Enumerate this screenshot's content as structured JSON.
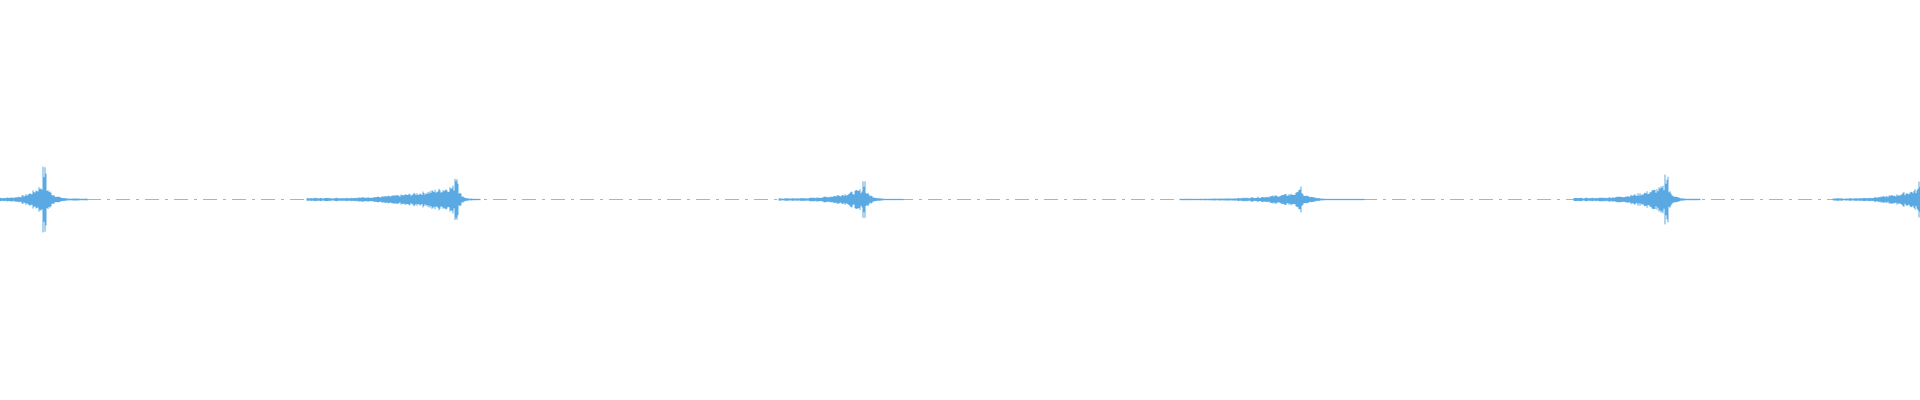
{
  "waveform": {
    "color": "#5aa9e2",
    "peak_amplitude": 0.17,
    "bursts": [
      {
        "start": 0.0,
        "peak": 0.023,
        "end": 0.045,
        "amplitude": 0.17
      },
      {
        "start": 0.16,
        "peak": 0.238,
        "end": 0.25,
        "amplitude": 0.14
      },
      {
        "start": 0.406,
        "peak": 0.45,
        "end": 0.47,
        "amplitude": 0.11
      },
      {
        "start": 0.615,
        "peak": 0.677,
        "end": 0.71,
        "amplitude": 0.07
      },
      {
        "start": 0.82,
        "peak": 0.868,
        "end": 0.885,
        "amplitude": 0.14
      },
      {
        "start": 0.955,
        "peak": 1.0,
        "end": 1.0,
        "amplitude": 0.11
      }
    ]
  }
}
